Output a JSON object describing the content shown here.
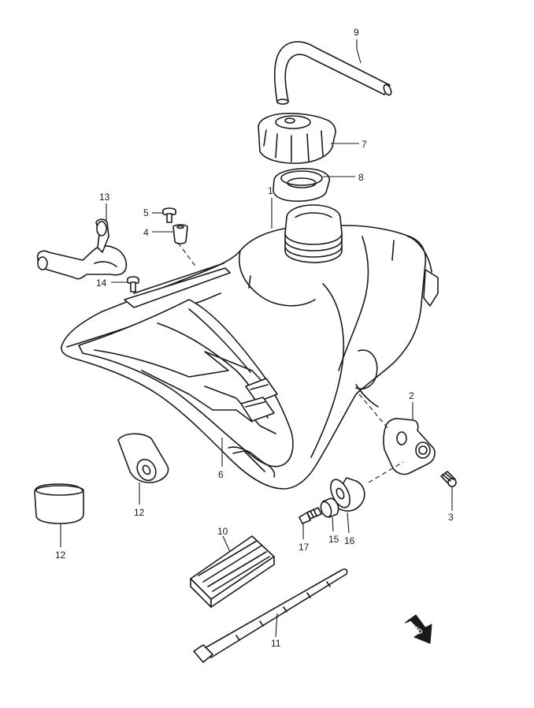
{
  "callouts": {
    "c1": "1",
    "c2": "2",
    "c3": "3",
    "c4": "4",
    "c5": "5",
    "c6": "6",
    "c7": "7",
    "c8": "8",
    "c9": "9",
    "c10": "10",
    "c11": "11",
    "c12a": "12",
    "c12b": "12",
    "c13": "13",
    "c14": "14",
    "c15": "15",
    "c16": "16",
    "c17": "17"
  },
  "fwd_marker": {
    "label": "FWD"
  },
  "colors": {
    "line": "#1a1a1a",
    "background": "#ffffff"
  }
}
